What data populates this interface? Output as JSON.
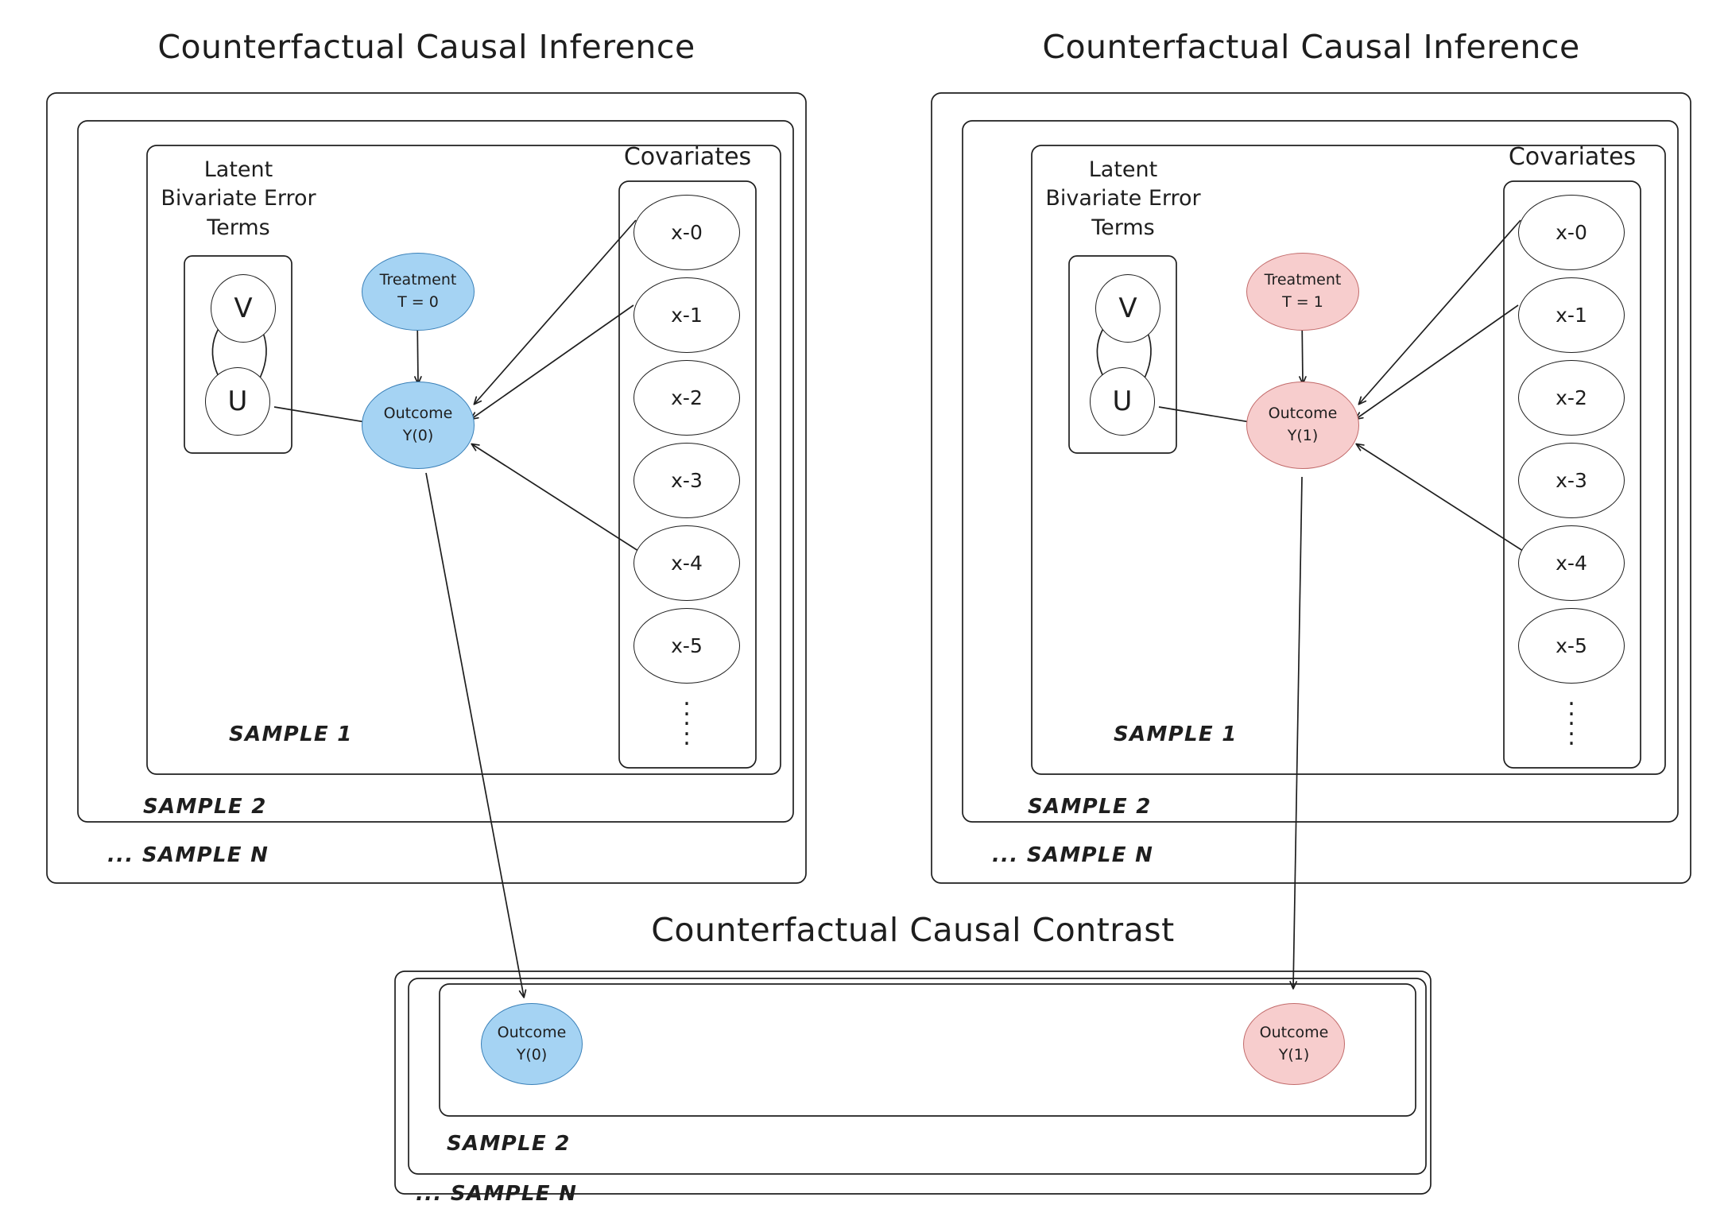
{
  "panels": {
    "left": {
      "title": "Counterfactual Causal Inference",
      "latent_label": "Latent\nBivariate Error\nTerms",
      "covariates_label": "Covariates",
      "latent_nodes": [
        {
          "id": "v",
          "label": "V"
        },
        {
          "id": "u",
          "label": "U"
        }
      ],
      "treatment": {
        "line1": "Treatment",
        "line2": "T = 0"
      },
      "outcome": {
        "line1": "Outcome",
        "line2": "Y(0)"
      },
      "covariates": [
        "x-0",
        "x-1",
        "x-2",
        "x-3",
        "x-4",
        "x-5"
      ],
      "covariates_more": "vertical-ellipsis",
      "samples": [
        "SAMPLE 1",
        "SAMPLE 2",
        "... SAMPLE N"
      ],
      "accent": "#a5d3f3",
      "accent_stroke": "#3a80b8"
    },
    "right": {
      "title": "Counterfactual Causal Inference",
      "latent_label": "Latent\nBivariate Error\nTerms",
      "covariates_label": "Covariates",
      "latent_nodes": [
        {
          "id": "v",
          "label": "V"
        },
        {
          "id": "u",
          "label": "U"
        }
      ],
      "treatment": {
        "line1": "Treatment",
        "line2": "T = 1"
      },
      "outcome": {
        "line1": "Outcome",
        "line2": "Y(1)"
      },
      "covariates": [
        "x-0",
        "x-1",
        "x-2",
        "x-3",
        "x-4",
        "x-5"
      ],
      "covariates_more": "vertical-ellipsis",
      "samples": [
        "SAMPLE 1",
        "SAMPLE 2",
        "... SAMPLE N"
      ],
      "accent": "#f7cdcd",
      "accent_stroke": "#c26b6b"
    },
    "bottom": {
      "title": "Counterfactual Causal Contrast",
      "outcome_control": {
        "line1": "Outcome",
        "line2": "Y(0)"
      },
      "outcome_treated": {
        "line1": "Outcome",
        "line2": "Y(1)"
      },
      "samples": [
        "SAMPLE 2",
        "... SAMPLE N"
      ]
    }
  },
  "colors": {
    "stroke": "#1e1e1e",
    "blue_fill": "#a5d3f3",
    "blue_stroke": "#3a80b8",
    "pink_fill": "#f7cdcd",
    "pink_stroke": "#c26b6b",
    "background": "#ffffff"
  }
}
